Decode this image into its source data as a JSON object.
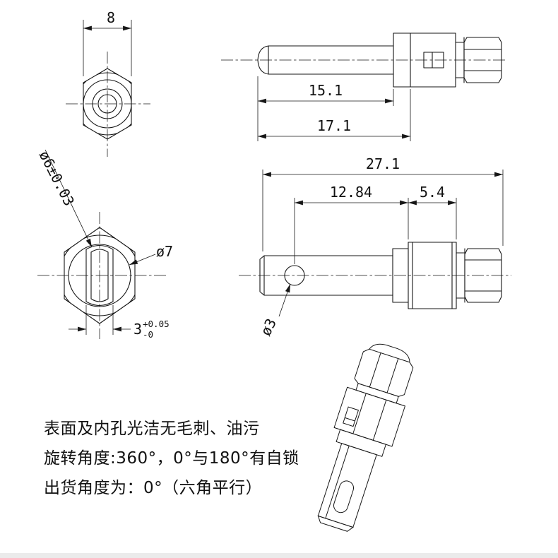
{
  "page": {
    "background": "#ffffff",
    "line_color": "#161616"
  },
  "views": {
    "top_hex_view": {
      "width_dim": "8"
    },
    "top_side_view": {
      "shaft_length_dim": "15.1",
      "overall_shaft_dim": "17.1"
    },
    "section_hex_view": {
      "slot_diameter_dim": "ø6±0.03",
      "outer_diameter_dim": "ø7",
      "slot_width_dim": "3",
      "slot_width_tol_upper": "+0.05",
      "slot_width_tol_lower": "-0"
    },
    "main_side_view": {
      "overall_length_dim": "27.1",
      "hole_position_dim": "12.84",
      "body_length_dim": "5.4",
      "hole_diameter_dim": "ø3"
    }
  },
  "notes": [
    "表面及内孔光洁无毛刺、油污",
    "旋转角度:360°，0°与180°有自锁",
    "出货角度为：0°（六角平行）"
  ]
}
